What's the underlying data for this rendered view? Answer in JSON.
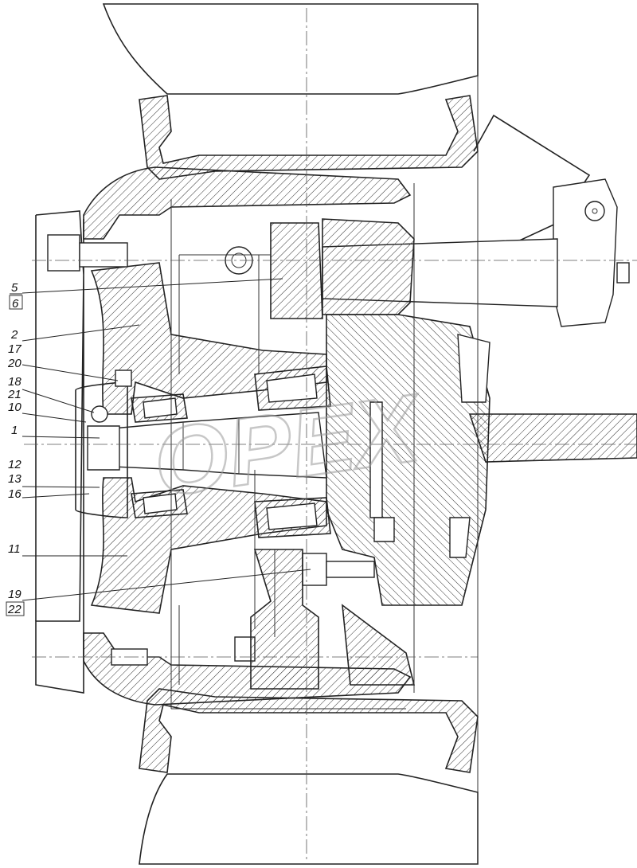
{
  "callouts": [
    {
      "id": "c5",
      "text": "5",
      "underline": true
    },
    {
      "id": "c6",
      "text": "6",
      "boxed": true
    },
    {
      "id": "c2",
      "text": "2",
      "underline": true
    },
    {
      "id": "c17",
      "text": "17",
      "underline": true
    },
    {
      "id": "c20",
      "text": "20",
      "underline": true
    },
    {
      "id": "c18",
      "text": "18",
      "underline": true
    },
    {
      "id": "c21",
      "text": "21",
      "underline": true
    },
    {
      "id": "c10",
      "text": "10",
      "underline": true
    },
    {
      "id": "c1",
      "text": "1",
      "underline": true
    },
    {
      "id": "c12",
      "text": "12",
      "underline": true
    },
    {
      "id": "c13",
      "text": "13",
      "underline": true
    },
    {
      "id": "c16",
      "text": "16",
      "underline": true
    },
    {
      "id": "c11",
      "text": "11",
      "underline": true
    },
    {
      "id": "c19",
      "text": "19",
      "underline": true
    },
    {
      "id": "c22",
      "text": "22",
      "boxed": true
    }
  ],
  "watermark": {
    "text": "OPEX",
    "color": "#9a9a9a"
  },
  "colors": {
    "line": "#222222",
    "background": "#ffffff"
  }
}
